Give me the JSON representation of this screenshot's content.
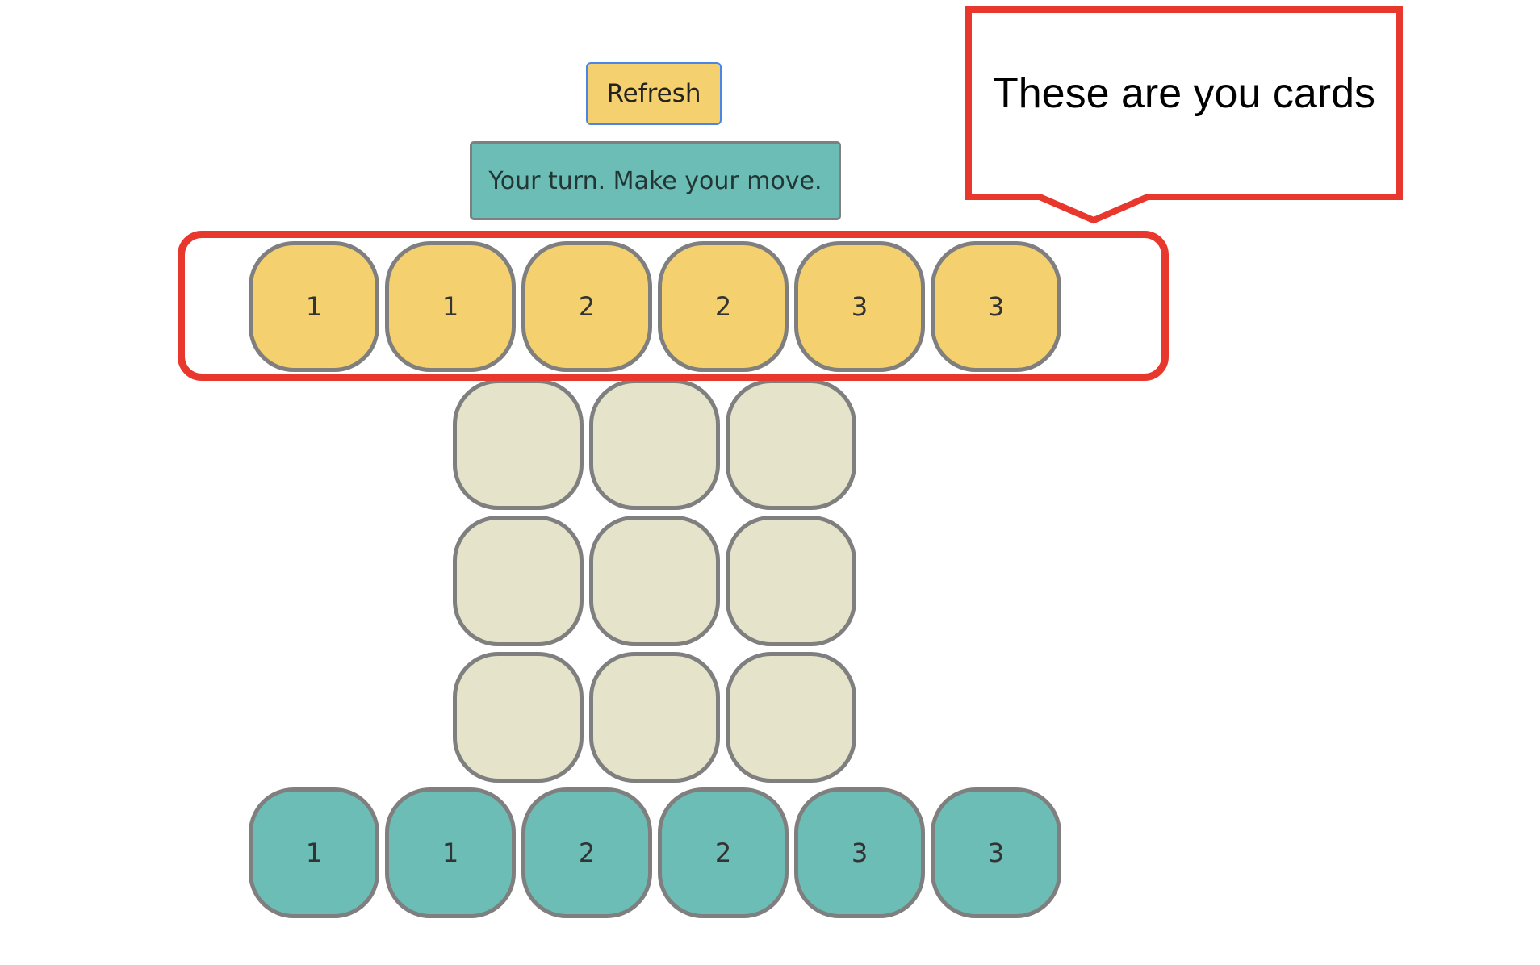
{
  "toolbar": {
    "refresh_label": "Refresh"
  },
  "status": {
    "message": "Your turn. Make your move."
  },
  "player_hand": {
    "color": "#f4d06f",
    "cards": [
      "1",
      "1",
      "2",
      "2",
      "3",
      "3"
    ]
  },
  "board": {
    "rows": 3,
    "cols": 3,
    "cell_color": "#e5e4ca",
    "cells": [
      "",
      "",
      "",
      "",
      "",
      "",
      "",
      "",
      ""
    ]
  },
  "opponent_hand": {
    "color": "#6cbdb5",
    "cards": [
      "1",
      "1",
      "2",
      "2",
      "3",
      "3"
    ]
  },
  "annotation": {
    "callout_text": "These are you cards",
    "highlight_color": "#e8372c"
  }
}
